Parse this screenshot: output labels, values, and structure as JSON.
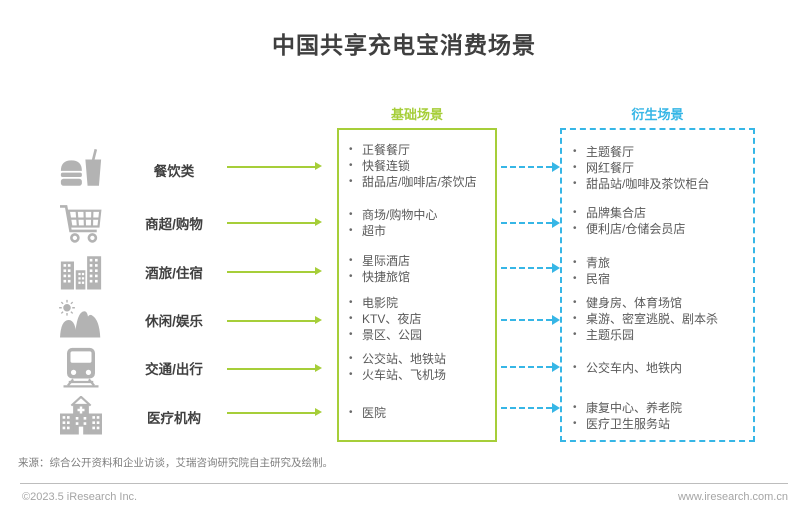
{
  "title": "中国共享充电宝消费场景",
  "columns": {
    "base": {
      "header": "基础场景",
      "color": "#a6ce39"
    },
    "derived": {
      "header": "衍生场景",
      "color": "#36b6e6"
    }
  },
  "rows": [
    {
      "category": "餐饮类",
      "icon": "dining-icon",
      "base_items": [
        "正餐餐厅",
        "快餐连锁",
        "甜品店/咖啡店/茶饮店"
      ],
      "derived_items": [
        "主题餐厅",
        "网红餐厅",
        "甜品站/咖啡及茶饮柜台"
      ]
    },
    {
      "category": "商超/购物",
      "icon": "shopping-cart-icon",
      "base_items": [
        "商场/购物中心",
        "超市"
      ],
      "derived_items": [
        "品牌集合店",
        "便利店/仓储会员店"
      ]
    },
    {
      "category": "酒旅/住宿",
      "icon": "buildings-icon",
      "base_items": [
        "星际酒店",
        "快捷旅馆"
      ],
      "derived_items": [
        "青旅",
        "民宿"
      ]
    },
    {
      "category": "休闲/娱乐",
      "icon": "mountains-sun-icon",
      "base_items": [
        "电影院",
        "KTV、夜店",
        "景区、公园"
      ],
      "derived_items": [
        "健身房、体育场馆",
        "桌游、密室逃脱、剧本杀",
        "主题乐园"
      ]
    },
    {
      "category": "交通/出行",
      "icon": "train-icon",
      "base_items": [
        "公交站、地铁站",
        "火车站、飞机场"
      ],
      "derived_items": [
        "公交车内、地铁内"
      ]
    },
    {
      "category": "医疗机构",
      "icon": "hospital-icon",
      "base_items": [
        "医院"
      ],
      "derived_items": [
        "康复中心、养老院",
        "医疗卫生服务站"
      ]
    }
  ],
  "source": "来源：综合公开资料和企业访谈，艾瑞咨询研究院自主研究及绘制。",
  "footer": {
    "left": "©2023.5 iResearch Inc.",
    "right": "www.iresearch.com.cn"
  }
}
